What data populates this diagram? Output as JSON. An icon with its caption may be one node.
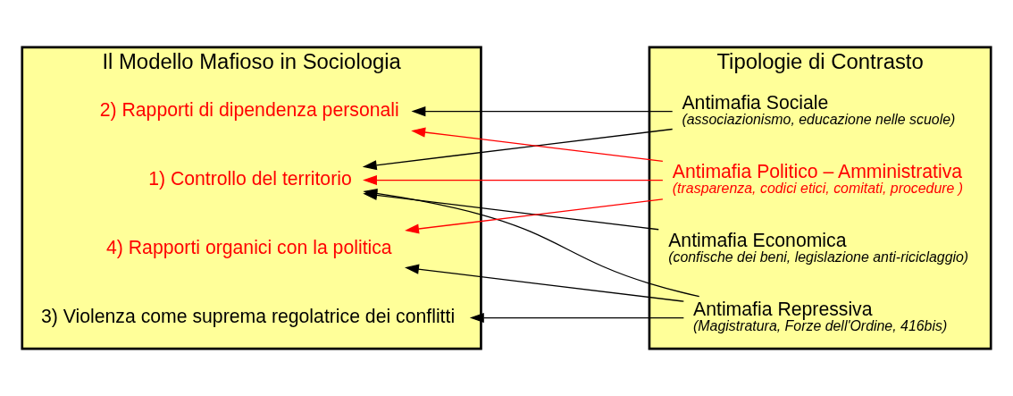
{
  "diagram": {
    "nodes": [
      {
        "text": [
          "Il Modello Mafioso in Sociologia"
        ]
      },
      {
        "text": [
          "1) Controllo del territorio"
        ],
        "in": 0
      },
      {
        "text": [
          "2) Rapporti di dipendenza personali"
        ],
        "in": 0
      },
      {
        "text": [
          "3) Violenza come suprema regolatrice dei conflitti"
        ],
        "in": 0
      },
      {
        "text": [
          "4) Rapporti organici con la politica"
        ],
        "in": 0
      },
      {
        "text": [
          "Tipologie di Contrasto"
        ]
      },
      {
        "text": [
          "Antimafia Economica",
          "(confische dei beni, legislazione anti-riciclaggio)"
        ],
        "in": 5
      },
      {
        "text": [
          "Antimafia Sociale",
          "(associazionismo, educazione nelle scuole)"
        ],
        "in": 5
      },
      {
        "text": [
          "Antimafia Repressiva",
          "(Magistratura, Forze dell'Ordine, 416bis)"
        ],
        "in": 5
      },
      {
        "text": [
          "Antimafia Politico – Amministrativa",
          "(trasparenza, codici etici, comitati, procedure )"
        ],
        "in": 5
      }
    ],
    "edges": [
      {
        "from": 6,
        "to": 1,
        "arrow": "to"
      },
      {
        "from": 7,
        "to": 1,
        "arrow": "to"
      },
      {
        "from": 7,
        "to": 2,
        "arrow": "to"
      },
      {
        "from": 8,
        "to": 1,
        "arrow": "to"
      },
      {
        "from": 8,
        "to": 3,
        "arrow": "to"
      },
      {
        "from": 8,
        "to": 4,
        "arrow": "to"
      },
      {
        "from": 9,
        "to": 1,
        "arrow": "to",
        "color": "#ff0000"
      },
      {
        "from": 9,
        "to": 2,
        "arrow": "to",
        "color": "#ff0000"
      },
      {
        "from": 9,
        "to": 4,
        "arrow": "to",
        "color": "#ff0000"
      }
    ]
  }
}
